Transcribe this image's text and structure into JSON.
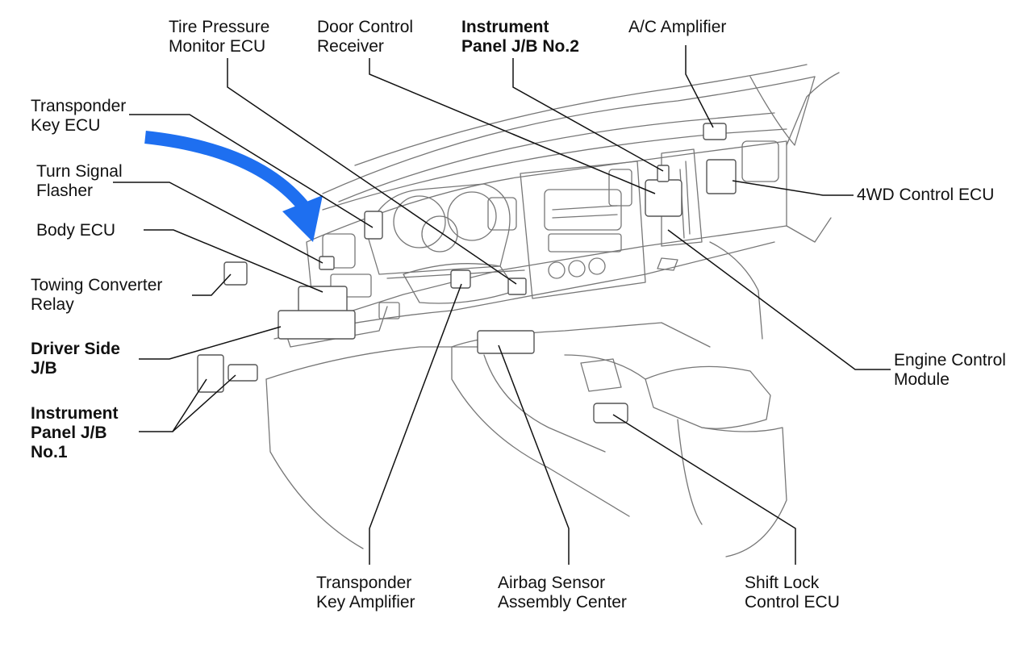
{
  "labels": {
    "tire_pressure": "Tire Pressure\nMonitor ECU",
    "door_control": "Door Control\nReceiver",
    "ip_jb2": "Instrument\nPanel J/B No.2",
    "ac_amplifier": "A/C Amplifier",
    "transponder_key_ecu": "Transponder\nKey ECU",
    "turn_signal": "Turn Signal\nFlasher",
    "body_ecu": "Body ECU",
    "towing_relay": "Towing Converter\nRelay",
    "driver_jb": "Driver Side\nJ/B",
    "ip_jb1": "Instrument\nPanel J/B\nNo.1",
    "fourwd_ecu": "4WD Control ECU",
    "engine_module": "Engine Control\nModule",
    "transponder_amp": "Transponder\nKey Amplifier",
    "airbag_sensor": "Airbag Sensor\nAssembly Center",
    "shift_lock": "Shift Lock\nControl ECU"
  },
  "colors": {
    "arrow": "#1e6ff0",
    "leader": "#111111",
    "art": "#777777"
  }
}
